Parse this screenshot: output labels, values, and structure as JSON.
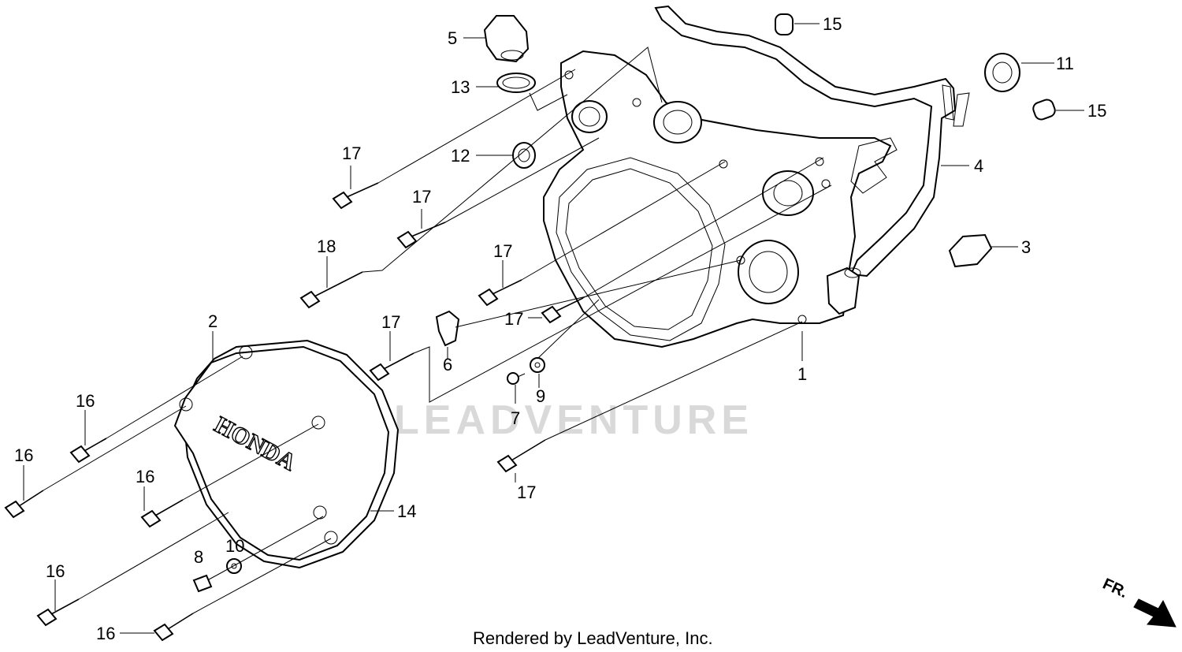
{
  "callouts": {
    "c1": "1",
    "c2": "2",
    "c3": "3",
    "c4": "4",
    "c5": "5",
    "c6": "6",
    "c7": "7",
    "c8": "8",
    "c9": "9",
    "c10": "10",
    "c11": "11",
    "c12": "12",
    "c13": "13",
    "c14": "14",
    "c15": "15",
    "c16": "16",
    "c17": "17",
    "c18": "18"
  },
  "cover_brand": "HONDA",
  "watermark": "LEADVENTURE",
  "front_indicator": "FR.",
  "footer": "Rendered by LeadVenture, Inc."
}
